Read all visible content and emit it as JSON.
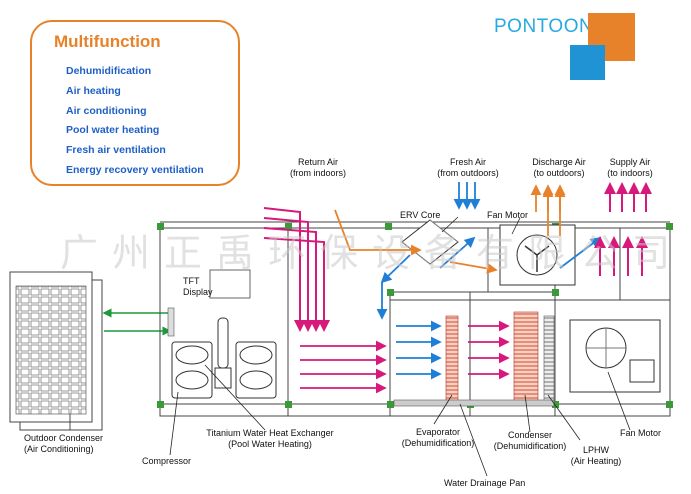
{
  "features": {
    "title": "Multifunction",
    "items": [
      "Dehumidification",
      "Air heating",
      "Air conditioning",
      "Pool water heating",
      "Fresh air ventilation",
      "Energy recovery ventilation"
    ]
  },
  "brand": {
    "name": "PONTOON"
  },
  "watermark": "广州正禹环保设备有限公司",
  "labels": {
    "return_air": {
      "line1": "Return Air",
      "line2": "(from indoors)"
    },
    "fresh_air": {
      "line1": "Fresh Air",
      "line2": "(from outdoors)"
    },
    "discharge_air": {
      "line1": "Discharge Air",
      "line2": "(to outdoors)"
    },
    "supply_air": {
      "line1": "Supply Air",
      "line2": "(to indoors)"
    },
    "erv_core": "ERV Core",
    "fan_motor_top": "Fan Motor",
    "tft": {
      "line1": "TFT",
      "line2": "Display"
    },
    "outdoor_condenser": {
      "line1": "Outdoor Condenser",
      "line2": "(Air Conditioning)"
    },
    "heat_exchanger": {
      "line1": "Titanium Water Heat Exchanger",
      "line2": "(Pool Water Heating)"
    },
    "compressor": "Compressor",
    "evaporator": {
      "line1": "Evaporator",
      "line2": "(Dehumidification)"
    },
    "condenser": {
      "line1": "Condenser",
      "line2": "(Dehumidification)"
    },
    "lphw": {
      "line1": "LPHW",
      "line2": "(Air Heating)"
    },
    "fan_motor_bottom": "Fan Motor",
    "drain_pan": "Water Drainage Pan"
  },
  "colors": {
    "accent_orange": "#e8822a",
    "feature_blue": "#1e5fc6",
    "brand_cyan": "#27a9e1",
    "logo_blue": "#1f93d4",
    "air_magenta": "#d6197a",
    "air_blue": "#1f7fd6",
    "frame_green": "#3a9a3a"
  }
}
